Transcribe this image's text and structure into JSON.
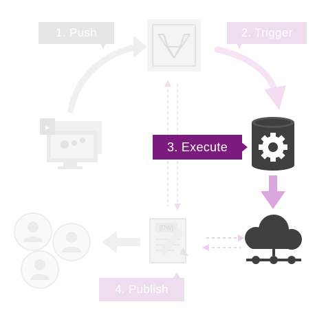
{
  "steps": {
    "push": {
      "label": "1. Push"
    },
    "trigger": {
      "label": "2. Trigger"
    },
    "execute": {
      "label": "3. Execute"
    },
    "publish": {
      "label": "4. Publish"
    }
  },
  "gitlab_logo_text": "",
  "document_text": "[DW]",
  "colors": {
    "active_purple": "#7b1b7e",
    "faded_purple": "#eedcef",
    "arrow_purple": "#d9a7dd",
    "faded_grey": "#e6e6e6",
    "icon_dark": "#3f3f3f"
  }
}
